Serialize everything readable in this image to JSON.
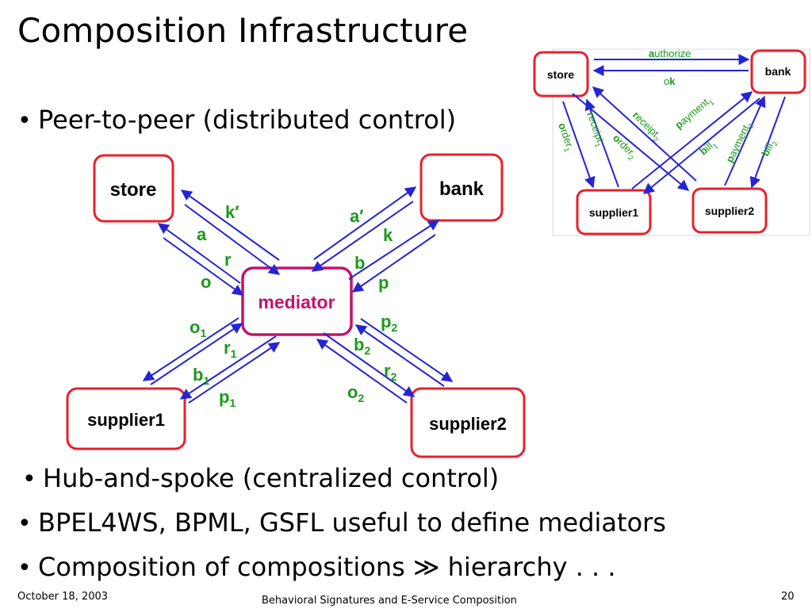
{
  "slide": {
    "title": "Composition Infrastructure",
    "bullets": [
      "Peer-to-peer (distributed control)",
      "Hub-and-spoke (centralized control)",
      "BPEL4WS, BPML, GSFL useful to define mediators",
      "Composition of compositions ≫ hierarchy . . ."
    ],
    "footer": {
      "date": "October 18, 2003",
      "center": "Behavioral Signatures and E-Service Composition",
      "page": "20"
    }
  },
  "hub_diagram": {
    "nodes": {
      "store": "store",
      "bank": "bank",
      "mediator": "mediator",
      "supplier1": "supplier1",
      "supplier2": "supplier2"
    },
    "labels": {
      "k_prime": "k′",
      "a": "a",
      "r": "r",
      "o": "o",
      "a_prime": "a′",
      "k": "k",
      "b": "b",
      "p": "p",
      "o1": "o",
      "o1_sub": "1",
      "r1": "r",
      "r1_sub": "1",
      "b1": "b",
      "b1_sub": "1",
      "p1": "p",
      "p1_sub": "1",
      "p2": "p",
      "p2_sub": "2",
      "b2": "b",
      "b2_sub": "2",
      "r2": "r",
      "r2_sub": "2",
      "o2": "o",
      "o2_sub": "2"
    }
  },
  "p2p_diagram": {
    "nodes": {
      "store": "store",
      "bank": "bank",
      "supplier1": "supplier1",
      "supplier2": "supplier2"
    },
    "labels": {
      "authorize_first": "a",
      "authorize_rest": "uthorize",
      "ok_first": "o",
      "ok_rest": "k",
      "order1_first": "o",
      "order1_rest": "rder",
      "order1_sub": "1",
      "receipt1_first": "r",
      "receipt1_rest": "eceipt",
      "receipt1_sub": "1",
      "order2_first": "o",
      "order2_rest": "rder",
      "order2_sub": "2",
      "receipt2_first": "r",
      "receipt2_rest": "eceipt",
      "receipt2_sub": "2",
      "payment1_first": "p",
      "payment1_rest": "ayment",
      "payment1_sub": "1",
      "bill1_first": "b",
      "bill1_rest": "ill",
      "bill1_sub": "1",
      "payment2_first": "p",
      "payment2_rest": "ayment",
      "payment2_sub": "2",
      "bill2_first": "b",
      "bill2_rest": "ill",
      "bill2_sub": "2"
    }
  },
  "colors": {
    "node_border": "#e8202c",
    "mediator_border": "#c3126b",
    "mediator_text": "#c3126b",
    "arrow": "#2424d6",
    "label": "#1b9a1b"
  }
}
